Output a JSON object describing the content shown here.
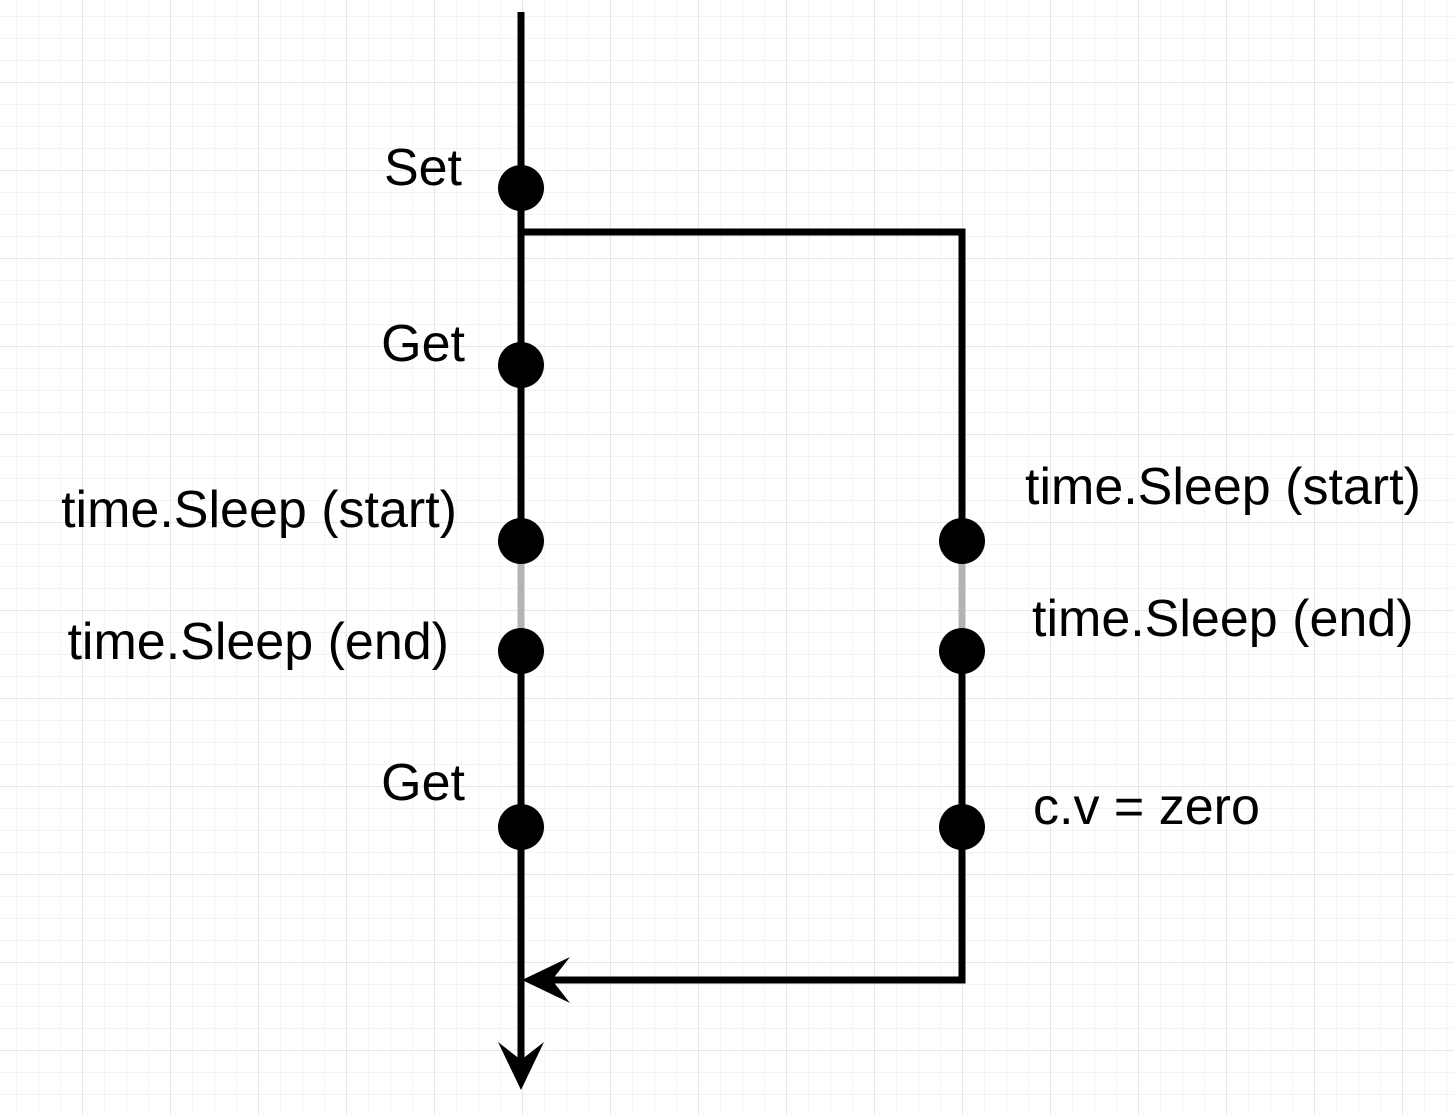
{
  "colors": {
    "line": "#000000",
    "sleep_segment": "#b3b3b3",
    "grid_major": "#e6e6e6",
    "grid_minor": "#f3f3f3"
  },
  "main_goroutine": {
    "events": [
      {
        "label": "Set"
      },
      {
        "label": "Get"
      },
      {
        "label": "time.Sleep (start)"
      },
      {
        "label": "time.Sleep (end)"
      },
      {
        "label": "Get"
      }
    ]
  },
  "spawned_goroutine": {
    "events": [
      {
        "label": "time.Sleep (start)"
      },
      {
        "label": "time.Sleep (end)"
      },
      {
        "label": "c.v = zero"
      }
    ]
  }
}
